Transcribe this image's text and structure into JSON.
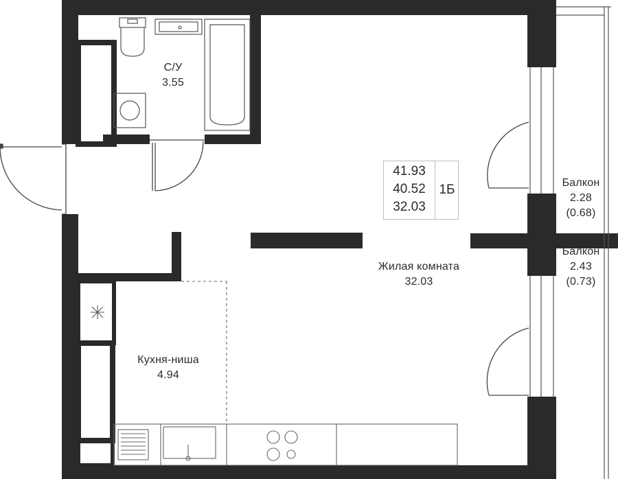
{
  "rooms": {
    "bathroom": {
      "name": "С/У",
      "area": "3.55"
    },
    "living": {
      "name": "Жилая комната",
      "area": "32.03"
    },
    "kitchen": {
      "name": "Кухня-ниша",
      "area": "4.94"
    },
    "balcony_top": {
      "name": "Балкон",
      "area": "2.28",
      "reduced": "(0.68)"
    },
    "balcony_bottom": {
      "name": "Балкон",
      "area": "2.43",
      "reduced": "(0.73)"
    }
  },
  "summary": {
    "total_area": "41.93",
    "area_no_balcony": "40.52",
    "living_area": "32.03",
    "apartment_type": "1Б"
  },
  "colors": {
    "wall": "#2a2a2a",
    "fixture_line": "#555555",
    "label_text": "#2b2b2b",
    "background": "#ffffff"
  }
}
